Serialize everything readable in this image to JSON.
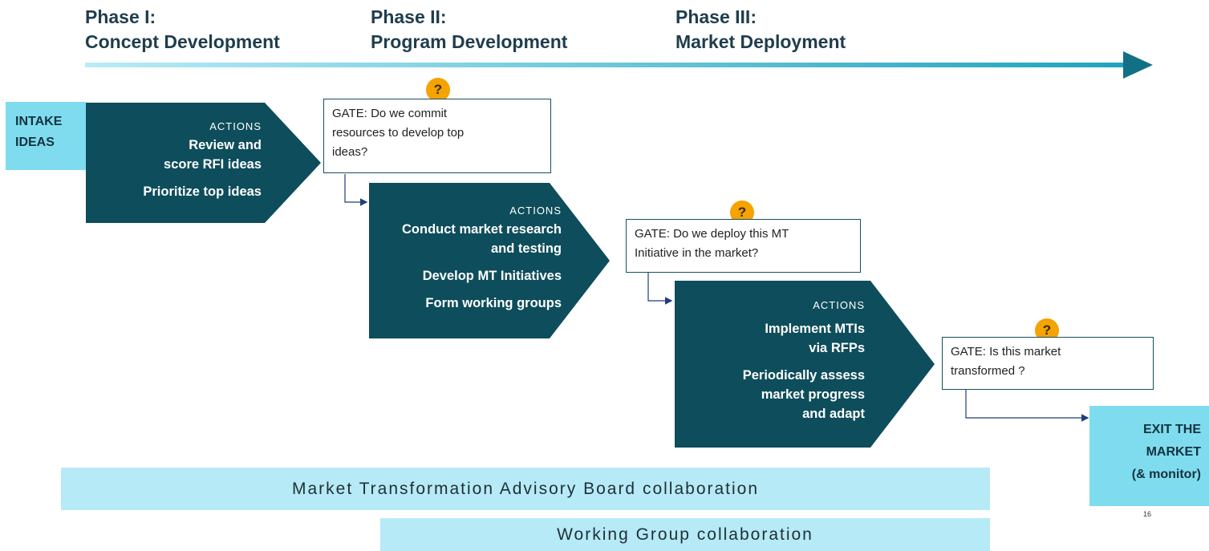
{
  "phases": [
    {
      "line1": "Phase I:",
      "line2": "Concept Development"
    },
    {
      "line1": "Phase II:",
      "line2": "Program Development"
    },
    {
      "line1": "Phase III:",
      "line2": "Market Deployment"
    }
  ],
  "intake": {
    "line1": "INTAKE",
    "line2": "IDEAS"
  },
  "stages": [
    {
      "label": "ACTIONS",
      "items": [
        "Review and",
        "score RFI ideas",
        "Prioritize top ideas"
      ]
    },
    {
      "label": "ACTIONS",
      "items": [
        "Conduct market research",
        "and testing",
        "Develop MT Initiatives",
        "Form working groups"
      ]
    },
    {
      "label": "ACTIONS",
      "items": [
        "Implement MTIs",
        "via RFPs",
        "Periodically assess",
        "market progress",
        "and adapt"
      ]
    }
  ],
  "gates": [
    {
      "prefix": "GATE:",
      "lines": [
        "Do we commit",
        "resources to develop top",
        "ideas?"
      ]
    },
    {
      "prefix": "GATE:",
      "lines": [
        "Do we deploy this MT",
        "Initiative in the market?"
      ]
    },
    {
      "prefix": "GATE:",
      "lines": [
        "Is this market",
        "transformed ?"
      ]
    }
  ],
  "gate_icon": "?",
  "exit": {
    "line1": "EXIT THE",
    "line2": "MARKET",
    "line3": "(& monitor)"
  },
  "collaboration": {
    "advisory": "Market Transformation Advisory Board collaboration",
    "working": "Working Group collaboration"
  },
  "page_number": "16",
  "colors": {
    "dark_teal": "#0e4d5b",
    "light_cyan": "#7fdcef",
    "pale_cyan": "#b6eaf6",
    "gate_icon": "#f4a300"
  }
}
